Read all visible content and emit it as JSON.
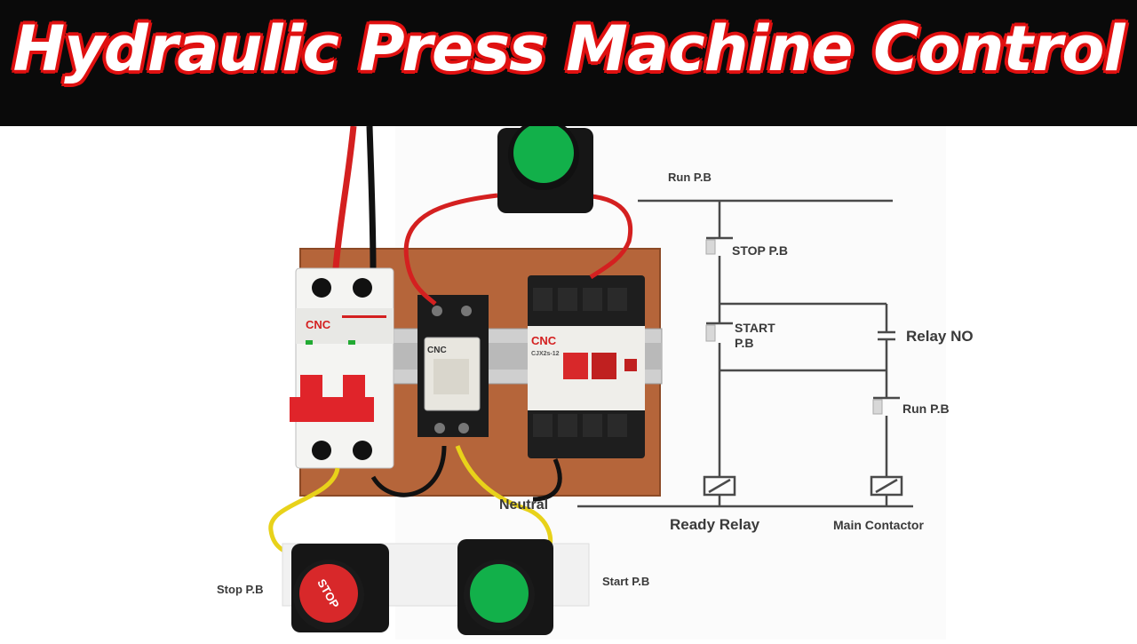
{
  "title": "Hydraulic Press Machine Control",
  "brand": "CNC",
  "contactor_model": "CJX2s-12",
  "stop_button_text": "STOP",
  "labels": {
    "run_pb_top": "Run P.B",
    "stop_pb_diagram": "STOP P.B",
    "start_pb_diagram_line1": "START",
    "start_pb_diagram_line2": "P.B",
    "relay_no": "Relay NO",
    "run_pb_branch": "Run P.B",
    "neutral": "Neutral",
    "ready_relay": "Ready Relay",
    "main_contactor": "Main Contactor",
    "stop_pb_bottom": "Stop P.B",
    "start_pb_bottom": "Start P.B"
  },
  "colors": {
    "banner_bg": "#0a0a0a",
    "title_outline": "#e01010",
    "wood": "#b5653a",
    "push_green": "#12b04a",
    "push_red": "#d8282a",
    "wire_red": "#d42020",
    "wire_yellow": "#e8d21a",
    "wire_black": "#111111"
  }
}
